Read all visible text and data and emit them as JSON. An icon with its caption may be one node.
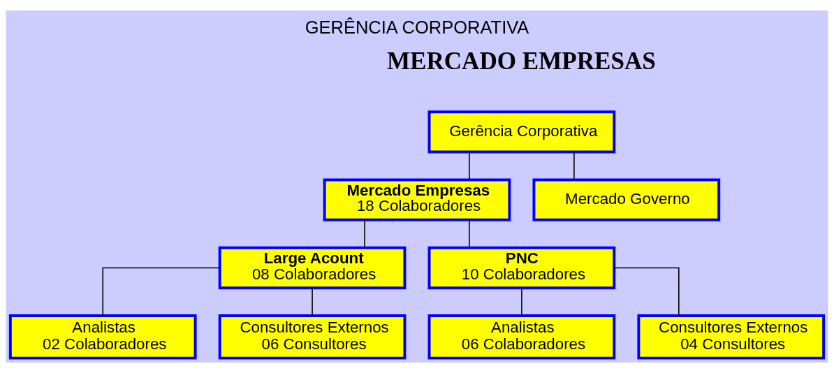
{
  "diagram": {
    "title": "GERÊNCIA CORPORATIVA",
    "nodes": [
      {
        "text": [
          "Gerência Corporativa"
        ]
      },
      {
        "text": [
          "Mercado Empresas",
          "18 Colaboradores"
        ]
      },
      {
        "text": [
          "Mercado Governo"
        ]
      },
      {
        "text": [
          "Large Acount",
          "08 Colaboradores"
        ]
      },
      {
        "text": [
          "PNC",
          "10 Colaboradores"
        ]
      },
      {
        "text": [
          "Analistas",
          "02 Colaboradores"
        ]
      },
      {
        "text": [
          "Consultores Externos",
          "06 Consultores"
        ]
      },
      {
        "text": [
          "Analistas",
          "06 Colaboradores"
        ]
      },
      {
        "text": [
          "Consultores Externos",
          "04 Consultores"
        ]
      }
    ],
    "edges": [
      {
        "from": 0,
        "to": 1,
        "arrow": "none"
      },
      {
        "from": 0,
        "to": 2,
        "arrow": "none"
      },
      {
        "from": 1,
        "to": 3,
        "arrow": "none"
      },
      {
        "from": 1,
        "to": 4,
        "arrow": "none"
      },
      {
        "from": 3,
        "to": 5,
        "arrow": "none"
      },
      {
        "from": 3,
        "to": 6,
        "arrow": "none"
      },
      {
        "from": 4,
        "to": 7,
        "arrow": "none"
      },
      {
        "from": 4,
        "to": 8,
        "arrow": "none"
      }
    ],
    "labels": [
      "MERCADO EMPRESAS"
    ]
  }
}
